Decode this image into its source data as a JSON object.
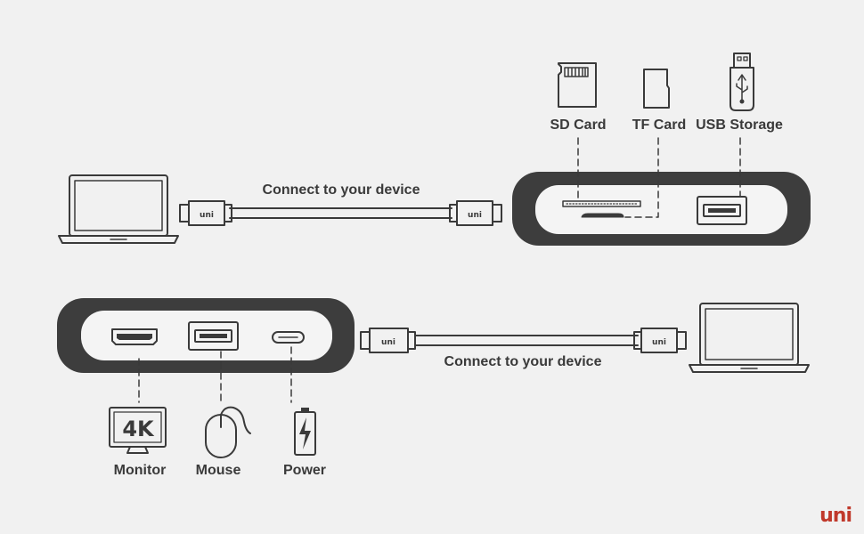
{
  "labels": {
    "sd_card": "SD Card",
    "tf_card": "TF Card",
    "usb_storage": "USB Storage",
    "connect_top": "Connect to your device",
    "connect_bottom": "Connect to your device",
    "monitor": "Monitor",
    "mouse": "Mouse",
    "power": "Power"
  },
  "icons": {
    "monitor_text": "4K",
    "cable_mark": "uni"
  },
  "brand": {
    "logo_text": "uni"
  },
  "colors": {
    "background": "#f1f1f1",
    "hub_body": "#3d3d3d",
    "hub_face": "#f4f4f4",
    "line": "#3a3a3a",
    "brand": "#c0392b"
  }
}
